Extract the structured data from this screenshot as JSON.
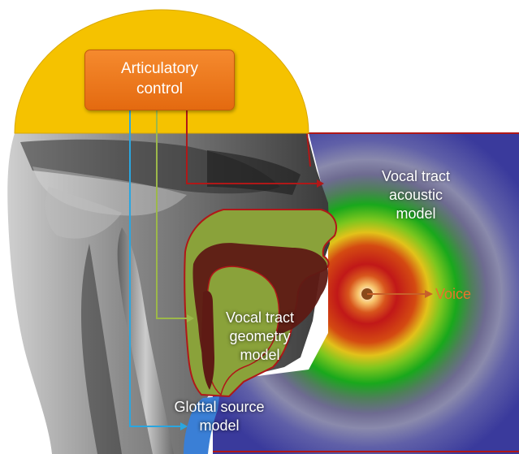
{
  "diagram": {
    "articulatory_control": "Articulatory\ncontrol",
    "vocal_tract_acoustic_model": "Vocal tract\nacoustic\nmodel",
    "vocal_tract_geometry_model": "Vocal tract\ngeometry\nmodel",
    "glottal_source_model": "Glottal source\nmodel",
    "voice": "Voice"
  },
  "colors": {
    "dome": "#f5c200",
    "control_box": "#ef7a1f",
    "acoustic_background": "#3a3a9c",
    "tract_outline": "#b01818",
    "geometry_fill": "#8aa23a",
    "cavity_fill": "#5e1a14",
    "glottal_arrow": "#2aa6e0",
    "geometry_arrow": "#9cb84a",
    "acoustic_arrow": "#b01818",
    "voice": "#e8742a"
  },
  "icons": [
    "arrow-right-icon",
    "voice-source-dot-icon"
  ]
}
